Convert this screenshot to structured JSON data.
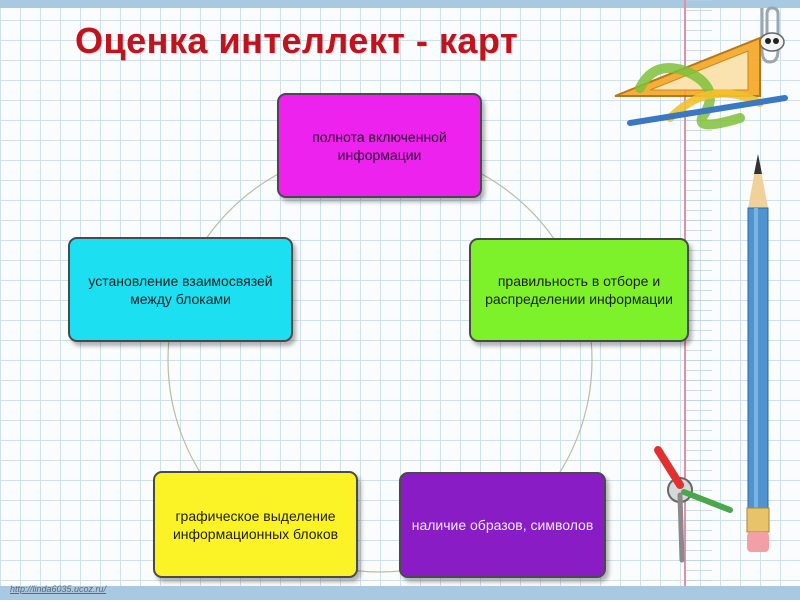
{
  "slide": {
    "title": "Оценка интеллект - карт",
    "footer_link": "http://linda6035.ucoz.ru/"
  },
  "cycle": {
    "nodes": [
      {
        "id": "completeness",
        "text": "полнота включенной информации",
        "color": "#ee22ee"
      },
      {
        "id": "correctness",
        "text": "правильность в отборе и распределении информации",
        "color": "#7df12a"
      },
      {
        "id": "images",
        "text": "наличие образов, символов",
        "color": "#8a1cc6"
      },
      {
        "id": "graphics",
        "text": "графическое выделение информационных блоков",
        "color": "#fbf326"
      },
      {
        "id": "links",
        "text": "установление взаимосвязей между блоками",
        "color": "#1cdff2"
      }
    ]
  },
  "colors": {
    "title": "#c0141c",
    "cycle_line": "#b8bfa0"
  },
  "decorations": [
    "ruler-triangle-icon",
    "pencil-icon",
    "compass-icon",
    "paperclip-icon"
  ]
}
